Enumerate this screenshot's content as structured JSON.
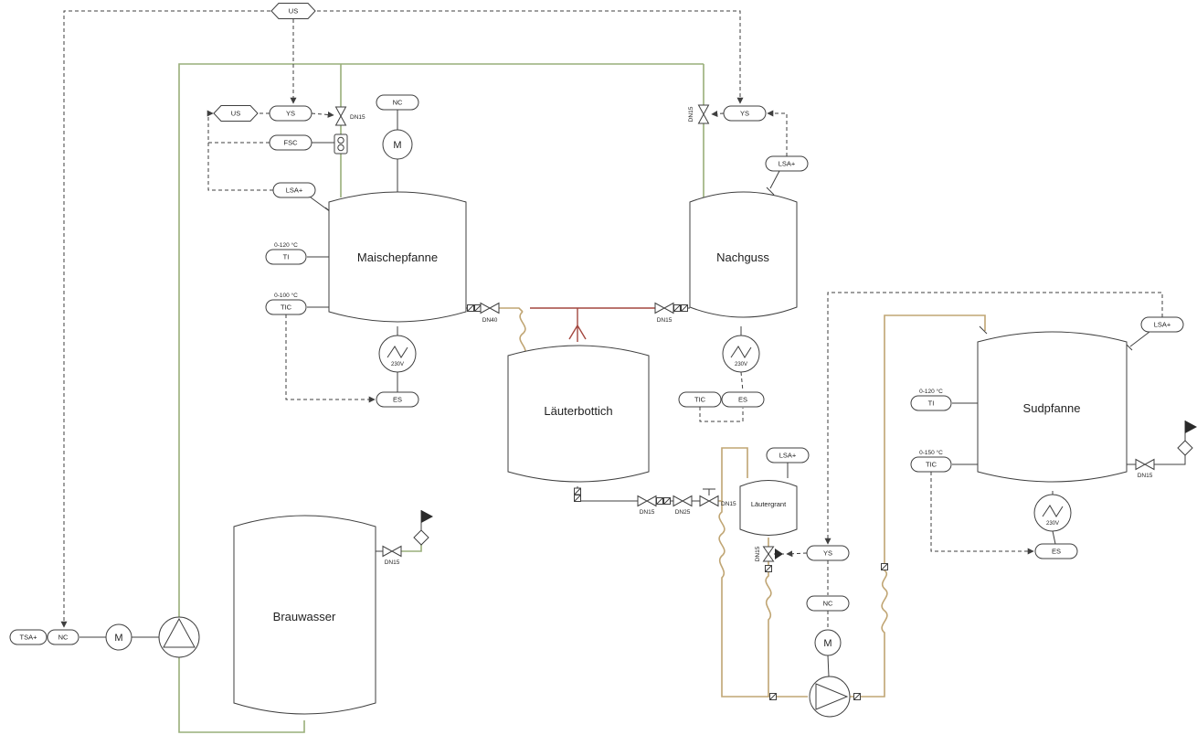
{
  "labels": {
    "us": "US",
    "ys": "YS",
    "fsc": "FSC",
    "lsa": "LSA+",
    "tsa": "TSA+",
    "nc": "NC",
    "es": "ES",
    "ti": "TI",
    "tic": "TIC",
    "motor": "M",
    "heater": "230V",
    "dn15": "DN15",
    "dn25": "DN25",
    "dn40": "DN40"
  },
  "vessels": {
    "maischepfanne": "Maischepfanne",
    "nachguss": "Nachguss",
    "lauterbottich": "Läuterbottich",
    "brauwasser": "Brauwasser",
    "sudpfanne": "Sudpfanne",
    "lautergrant": "Läutergrant"
  },
  "ranges": {
    "maische_ti": "0-120 °C",
    "maische_tic": "0-100 °C",
    "sud_ti": "0-120 °C",
    "sud_tic": "0-150 °C"
  },
  "colors": {
    "water": "#99af7a",
    "wort": "#c0a573",
    "sparge": "#a3473f",
    "line": "#3f3f3f"
  }
}
